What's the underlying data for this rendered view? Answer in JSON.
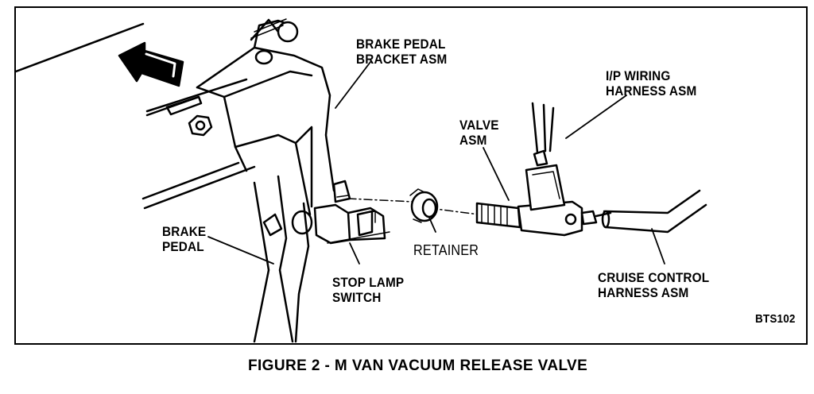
{
  "labels": {
    "brake_pedal_bracket": [
      "BRAKE PEDAL",
      "BRACKET ASM"
    ],
    "ip_wiring_harness": [
      "I/P WIRING",
      "HARNESS ASM"
    ],
    "valve_asm": [
      "VALVE",
      "ASM"
    ],
    "brake_pedal": [
      "BRAKE",
      "PEDAL"
    ],
    "retainer": "RETAINER",
    "stop_lamp_switch": [
      "STOP LAMP",
      "SWITCH"
    ],
    "cruise_control_harness": [
      "CRUISE CONTROL",
      "HARNESS ASM"
    ]
  },
  "figure_code": "BTS102",
  "caption": "FIGURE 2 - M VAN VACUUM RELEASE VALVE",
  "icons": [
    "direction-arrow-icon"
  ]
}
